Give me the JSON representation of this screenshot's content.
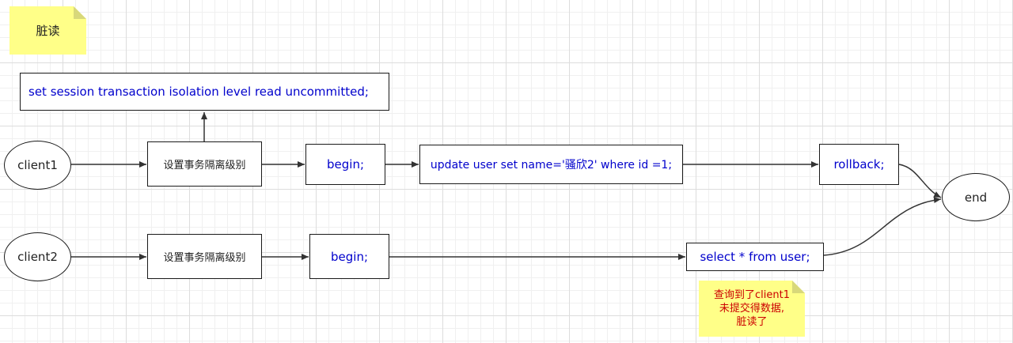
{
  "title_note": "脏读",
  "isolation_statement": "set session transaction isolation level read uncommitted;",
  "client1": {
    "label": "client1",
    "set_level": "设置事务隔离级别",
    "begin": "begin;",
    "update": "update user set name='骚欣2' where id =1;",
    "rollback": "rollback;"
  },
  "client2": {
    "label": "client2",
    "set_level": "设置事务隔离级别",
    "begin": "begin;",
    "select": "select * from user;"
  },
  "end_label": "end",
  "dirty_read_note": {
    "line1": "查询到了client1",
    "line2": "未提交得数据,",
    "line3": "脏读了"
  },
  "colors": {
    "note_fill": "#ffff88",
    "sql_text": "#0000cc",
    "note_text": "#cc0000",
    "stroke": "#333333"
  }
}
